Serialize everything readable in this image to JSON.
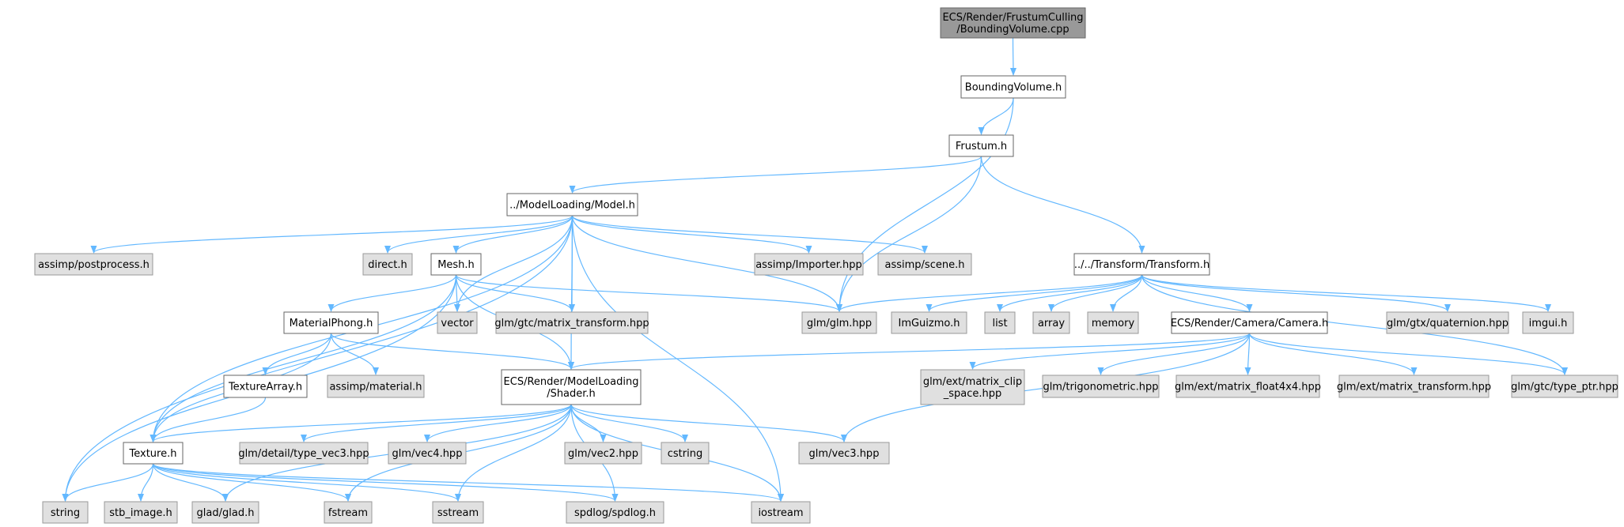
{
  "colors": {
    "background": "#ffffff",
    "edge": "#63b8ff",
    "root_fill": "#999999",
    "root_stroke": "#666666",
    "local_fill": "#ffffff",
    "local_stroke": "#666666",
    "system_fill": "#e0e0e0",
    "system_stroke": "#999999"
  },
  "nodes": [
    {
      "id": "root",
      "kind": "root",
      "lines": [
        "ECS/Render/FrustumCulling",
        "/BoundingVolume.cpp"
      ]
    },
    {
      "id": "boundingvolume_h",
      "kind": "local",
      "lines": [
        "BoundingVolume.h"
      ]
    },
    {
      "id": "frustum_h",
      "kind": "local",
      "lines": [
        "Frustum.h"
      ]
    },
    {
      "id": "model_h",
      "kind": "local",
      "lines": [
        "../ModelLoading/Model.h"
      ]
    },
    {
      "id": "transform_h",
      "kind": "local",
      "lines": [
        "../../Transform/Transform.h"
      ]
    },
    {
      "id": "postprocess_h",
      "kind": "system",
      "lines": [
        "assimp/postprocess.h"
      ]
    },
    {
      "id": "direct_h",
      "kind": "system",
      "lines": [
        "direct.h"
      ]
    },
    {
      "id": "mesh_h",
      "kind": "local",
      "lines": [
        "Mesh.h"
      ]
    },
    {
      "id": "importer_hpp",
      "kind": "system",
      "lines": [
        "assimp/Importer.hpp"
      ]
    },
    {
      "id": "scene_h",
      "kind": "system",
      "lines": [
        "assimp/scene.h"
      ]
    },
    {
      "id": "materialphong_h",
      "kind": "local",
      "lines": [
        "MaterialPhong.h"
      ]
    },
    {
      "id": "vector",
      "kind": "system",
      "lines": [
        "vector"
      ]
    },
    {
      "id": "matrix_transform_gtc",
      "kind": "system",
      "lines": [
        "glm/gtc/matrix_transform.hpp"
      ]
    },
    {
      "id": "glm_hpp",
      "kind": "system",
      "lines": [
        "glm/glm.hpp"
      ]
    },
    {
      "id": "imguizmo_h",
      "kind": "system",
      "lines": [
        "ImGuizmo.h"
      ]
    },
    {
      "id": "list",
      "kind": "system",
      "lines": [
        "list"
      ]
    },
    {
      "id": "array",
      "kind": "system",
      "lines": [
        "array"
      ]
    },
    {
      "id": "memory",
      "kind": "system",
      "lines": [
        "memory"
      ]
    },
    {
      "id": "camera_h",
      "kind": "local",
      "lines": [
        "ECS/Render/Camera/Camera.h"
      ]
    },
    {
      "id": "quaternion_hpp",
      "kind": "system",
      "lines": [
        "glm/gtx/quaternion.hpp"
      ]
    },
    {
      "id": "imgui_h",
      "kind": "system",
      "lines": [
        "imgui.h"
      ]
    },
    {
      "id": "texturearray_h",
      "kind": "local",
      "lines": [
        "TextureArray.h"
      ]
    },
    {
      "id": "material_h",
      "kind": "system",
      "lines": [
        "assimp/material.h"
      ]
    },
    {
      "id": "shader_h",
      "kind": "local",
      "lines": [
        "ECS/Render/ModelLoading",
        "/Shader.h"
      ]
    },
    {
      "id": "matrix_clip_space",
      "kind": "system",
      "lines": [
        "glm/ext/matrix_clip",
        "_space.hpp"
      ]
    },
    {
      "id": "trigonometric_hpp",
      "kind": "system",
      "lines": [
        "glm/trigonometric.hpp"
      ]
    },
    {
      "id": "matrix_float4x4",
      "kind": "system",
      "lines": [
        "glm/ext/matrix_float4x4.hpp"
      ]
    },
    {
      "id": "matrix_transform_ext",
      "kind": "system",
      "lines": [
        "glm/ext/matrix_transform.hpp"
      ]
    },
    {
      "id": "type_ptr_hpp",
      "kind": "system",
      "lines": [
        "glm/gtc/type_ptr.hpp"
      ]
    },
    {
      "id": "texture_h",
      "kind": "local",
      "lines": [
        "Texture.h"
      ]
    },
    {
      "id": "type_vec3_hpp",
      "kind": "system",
      "lines": [
        "glm/detail/type_vec3.hpp"
      ]
    },
    {
      "id": "vec4_hpp",
      "kind": "system",
      "lines": [
        "glm/vec4.hpp"
      ]
    },
    {
      "id": "vec2_hpp",
      "kind": "system",
      "lines": [
        "glm/vec2.hpp"
      ]
    },
    {
      "id": "cstring",
      "kind": "system",
      "lines": [
        "cstring"
      ]
    },
    {
      "id": "vec3_hpp",
      "kind": "system",
      "lines": [
        "glm/vec3.hpp"
      ]
    },
    {
      "id": "string",
      "kind": "system",
      "lines": [
        "string"
      ]
    },
    {
      "id": "stb_image_h",
      "kind": "system",
      "lines": [
        "stb_image.h"
      ]
    },
    {
      "id": "glad_h",
      "kind": "system",
      "lines": [
        "glad/glad.h"
      ]
    },
    {
      "id": "fstream",
      "kind": "system",
      "lines": [
        "fstream"
      ]
    },
    {
      "id": "sstream",
      "kind": "system",
      "lines": [
        "sstream"
      ]
    },
    {
      "id": "spdlog_h",
      "kind": "system",
      "lines": [
        "spdlog/spdlog.h"
      ]
    },
    {
      "id": "iostream",
      "kind": "system",
      "lines": [
        "iostream"
      ]
    }
  ],
  "edges": [
    [
      "root",
      "boundingvolume_h"
    ],
    [
      "boundingvolume_h",
      "frustum_h"
    ],
    [
      "boundingvolume_h",
      "glm_hpp"
    ],
    [
      "frustum_h",
      "model_h"
    ],
    [
      "frustum_h",
      "transform_h"
    ],
    [
      "frustum_h",
      "glm_hpp"
    ],
    [
      "model_h",
      "string"
    ],
    [
      "model_h",
      "postprocess_h"
    ],
    [
      "model_h",
      "direct_h"
    ],
    [
      "model_h",
      "mesh_h"
    ],
    [
      "model_h",
      "vector"
    ],
    [
      "model_h",
      "matrix_transform_gtc"
    ],
    [
      "model_h",
      "glm_hpp"
    ],
    [
      "model_h",
      "importer_hpp"
    ],
    [
      "model_h",
      "scene_h"
    ],
    [
      "model_h",
      "texture_h"
    ],
    [
      "model_h",
      "shader_h"
    ],
    [
      "model_h",
      "iostream"
    ],
    [
      "mesh_h",
      "materialphong_h"
    ],
    [
      "mesh_h",
      "vector"
    ],
    [
      "mesh_h",
      "matrix_transform_gtc"
    ],
    [
      "mesh_h",
      "glm_hpp"
    ],
    [
      "mesh_h",
      "shader_h"
    ],
    [
      "mesh_h",
      "texture_h"
    ],
    [
      "mesh_h",
      "string"
    ],
    [
      "materialphong_h",
      "texturearray_h"
    ],
    [
      "materialphong_h",
      "material_h"
    ],
    [
      "materialphong_h",
      "shader_h"
    ],
    [
      "materialphong_h",
      "texture_h"
    ],
    [
      "texturearray_h",
      "texture_h"
    ],
    [
      "transform_h",
      "glm_hpp"
    ],
    [
      "transform_h",
      "imguizmo_h"
    ],
    [
      "transform_h",
      "list"
    ],
    [
      "transform_h",
      "array"
    ],
    [
      "transform_h",
      "memory"
    ],
    [
      "transform_h",
      "camera_h"
    ],
    [
      "transform_h",
      "quaternion_hpp"
    ],
    [
      "transform_h",
      "imgui_h"
    ],
    [
      "transform_h",
      "type_ptr_hpp"
    ],
    [
      "camera_h",
      "shader_h"
    ],
    [
      "camera_h",
      "matrix_clip_space"
    ],
    [
      "camera_h",
      "trigonometric_hpp"
    ],
    [
      "camera_h",
      "matrix_float4x4"
    ],
    [
      "camera_h",
      "matrix_transform_ext"
    ],
    [
      "camera_h",
      "type_ptr_hpp"
    ],
    [
      "camera_h",
      "vec3_hpp"
    ],
    [
      "shader_h",
      "texture_h"
    ],
    [
      "shader_h",
      "type_vec3_hpp"
    ],
    [
      "shader_h",
      "vec4_hpp"
    ],
    [
      "shader_h",
      "vec2_hpp"
    ],
    [
      "shader_h",
      "cstring"
    ],
    [
      "shader_h",
      "vec3_hpp"
    ],
    [
      "shader_h",
      "glad_h"
    ],
    [
      "shader_h",
      "fstream"
    ],
    [
      "shader_h",
      "sstream"
    ],
    [
      "shader_h",
      "spdlog_h"
    ],
    [
      "shader_h",
      "iostream"
    ],
    [
      "texture_h",
      "string"
    ],
    [
      "texture_h",
      "stb_image_h"
    ],
    [
      "texture_h",
      "glad_h"
    ],
    [
      "texture_h",
      "fstream"
    ],
    [
      "texture_h",
      "sstream"
    ],
    [
      "texture_h",
      "spdlog_h"
    ],
    [
      "texture_h",
      "iostream"
    ]
  ]
}
